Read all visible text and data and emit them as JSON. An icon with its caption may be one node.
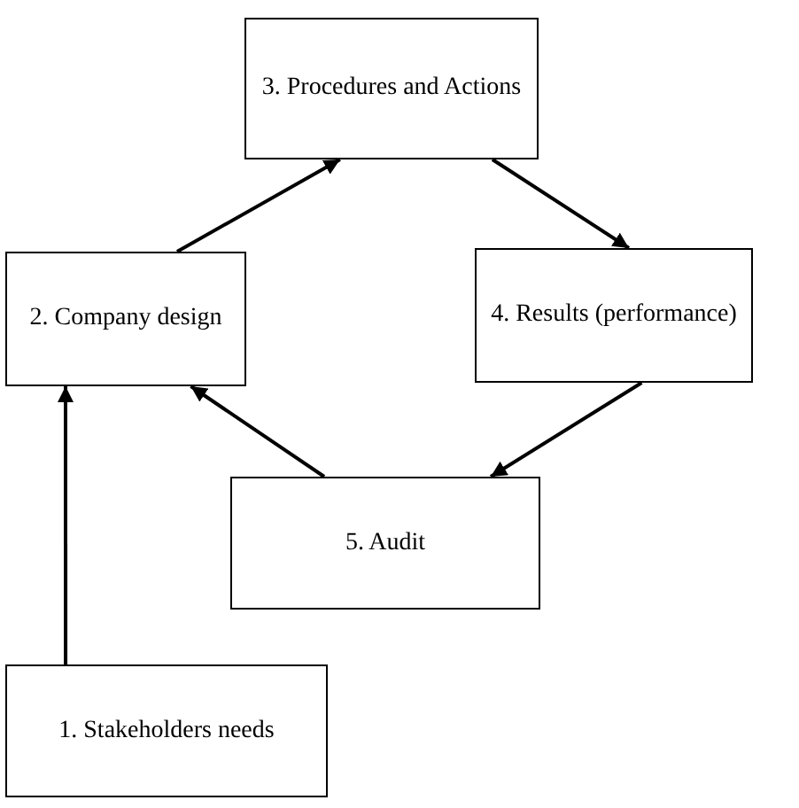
{
  "diagram": {
    "nodes": [
      {
        "text": [
          "1. Stakeholders needs"
        ]
      },
      {
        "text": [
          "2. Company design"
        ]
      },
      {
        "text": [
          "3. Procedures and Actions"
        ]
      },
      {
        "text": [
          "4. Results (performance)"
        ]
      },
      {
        "text": [
          "5. Audit"
        ]
      }
    ],
    "edges": [
      {
        "from": 0,
        "to": 1,
        "arrow": "to"
      },
      {
        "from": 1,
        "to": 2,
        "arrow": "to"
      },
      {
        "from": 2,
        "to": 3,
        "arrow": "to"
      },
      {
        "from": 3,
        "to": 4,
        "arrow": "to"
      },
      {
        "from": 4,
        "to": 1,
        "arrow": "to"
      }
    ]
  }
}
